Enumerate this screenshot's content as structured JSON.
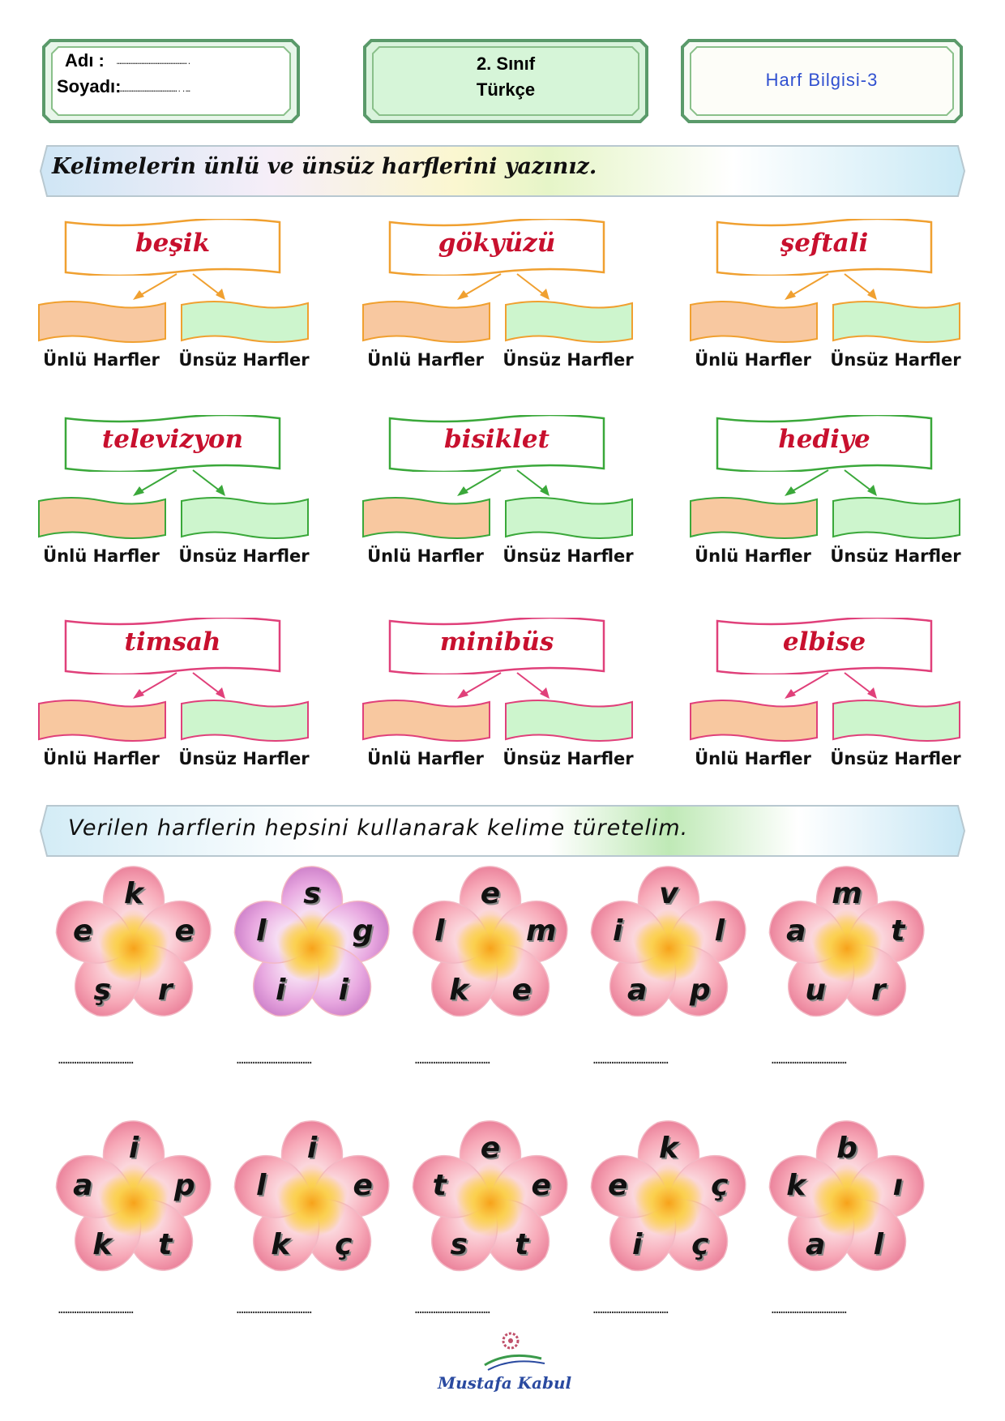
{
  "header": {
    "name_label": "Adı :",
    "name_dots": "………………………………………….",
    "surname_label": "Soyadı:",
    "surname_dots": "…………………………………..…",
    "grade": "2. Sınıf",
    "subject": "Türkçe",
    "topic": "Harf Bilgisi-3"
  },
  "section1": {
    "instruction": "Kelimelerin ünlü ve ünsüz harflerini yazınız.",
    "vowel_label": "Ünlü Harfler",
    "consonant_label": "Ünsüz Harfler",
    "words": [
      "beşik",
      "gökyüzü",
      "şeftali",
      "televizyon",
      "bisiklet",
      "hediye",
      "timsah",
      "minibüs",
      "elbise"
    ],
    "row_colors": [
      "#f0a030",
      "#3aa83a",
      "#e0407a"
    ]
  },
  "section2": {
    "instruction": "Verilen harflerin hepsini kullanarak kelime türetelim.",
    "answer_dots": "……………………………",
    "flowers": [
      [
        "k",
        "e",
        "r",
        "ş",
        "e"
      ],
      [
        "s",
        "g",
        "i",
        "i",
        "l"
      ],
      [
        "e",
        "m",
        "e",
        "k",
        "l"
      ],
      [
        "v",
        "l",
        "p",
        "a",
        "i"
      ],
      [
        "m",
        "t",
        "r",
        "u",
        "a"
      ],
      [
        "i",
        "p",
        "t",
        "k",
        "a"
      ],
      [
        "i",
        "e",
        "ç",
        "k",
        "l"
      ],
      [
        "e",
        "e",
        "t",
        "s",
        "t"
      ],
      [
        "k",
        "ç",
        "ç",
        "i",
        "e"
      ],
      [
        "b",
        "ı",
        "l",
        "a",
        "k"
      ]
    ]
  },
  "footer": {
    "author": "Mustafa Kabul"
  },
  "colors": {
    "vowel_fill": "#f8c8a0",
    "consonant_fill": "#cdf5cd",
    "word_red": "#c8102e",
    "topic_blue": "#3050d0"
  }
}
